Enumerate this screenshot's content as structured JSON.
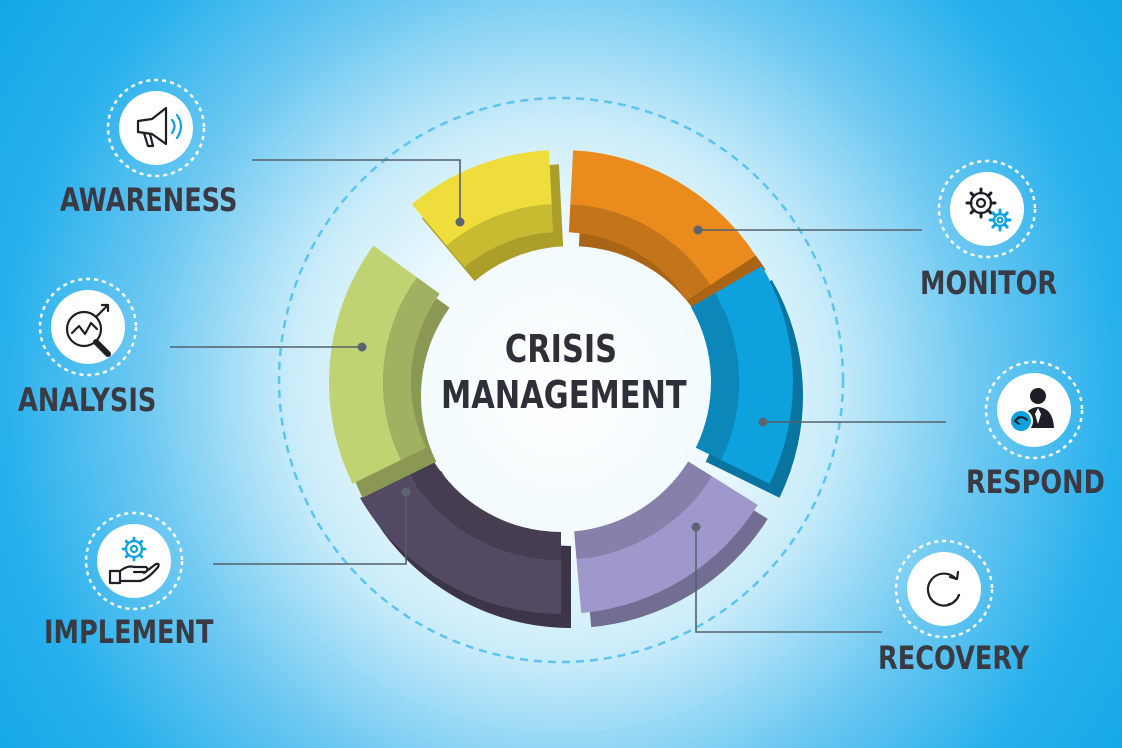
{
  "title": {
    "line1": "CRISIS",
    "line2": "MANAGEMENT"
  },
  "stages": [
    {
      "label": "AWARENESS",
      "icon": "megaphone-icon",
      "color": "#eedd3a"
    },
    {
      "label": "MONITOR",
      "icon": "gears-icon",
      "color": "#eb8b1e"
    },
    {
      "label": "RESPOND",
      "icon": "businessman-icon",
      "color": "#0da1dd"
    },
    {
      "label": "RECOVERY",
      "icon": "circular-arrow-icon",
      "color": "#9f98cc"
    },
    {
      "label": "IMPLEMENT",
      "icon": "hand-gear-icon",
      "color": "#534962"
    },
    {
      "label": "ANALYSIS",
      "icon": "magnifier-chart-icon",
      "color": "#bfd373"
    }
  ],
  "colors": {
    "background": "#12a6e8",
    "text": "#3a3a44",
    "connector": "#55606a"
  }
}
